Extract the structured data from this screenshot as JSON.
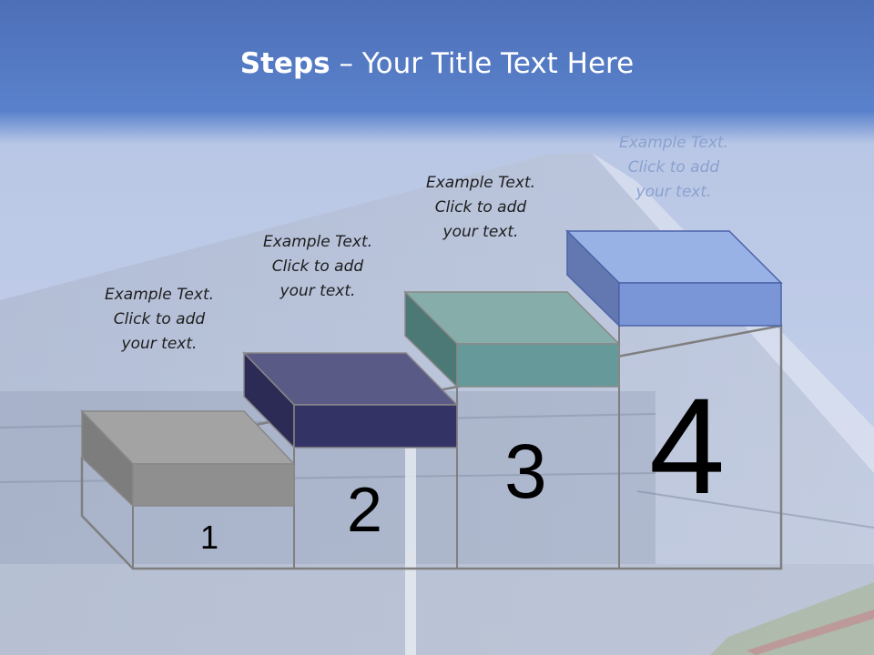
{
  "title": {
    "bold": "Steps",
    "rest": " – Your Title Text Here"
  },
  "steps": [
    {
      "number": "1",
      "text_lines": [
        "Example Text.",
        "Click  to add",
        "your text."
      ],
      "top_color": "#a3a3a3",
      "side_color": "#7d7d7d",
      "front_color": "#8f8f8f"
    },
    {
      "number": "2",
      "text_lines": [
        "Example Text.",
        "Click  to add",
        "your text."
      ],
      "top_color": "#5a5a86",
      "side_color": "#2b2b55",
      "front_color": "#333366"
    },
    {
      "number": "3",
      "text_lines": [
        "Example Text.",
        "Click  to add",
        "your text."
      ],
      "top_color": "#87adaa",
      "side_color": "#4c7876",
      "front_color": "#669999"
    },
    {
      "number": "4",
      "text_lines": [
        "Example Text.",
        "Click  to add",
        "your text."
      ],
      "top_color": "#99b2e6",
      "side_color": "#6378b0",
      "front_color": "#7a96d6"
    }
  ]
}
